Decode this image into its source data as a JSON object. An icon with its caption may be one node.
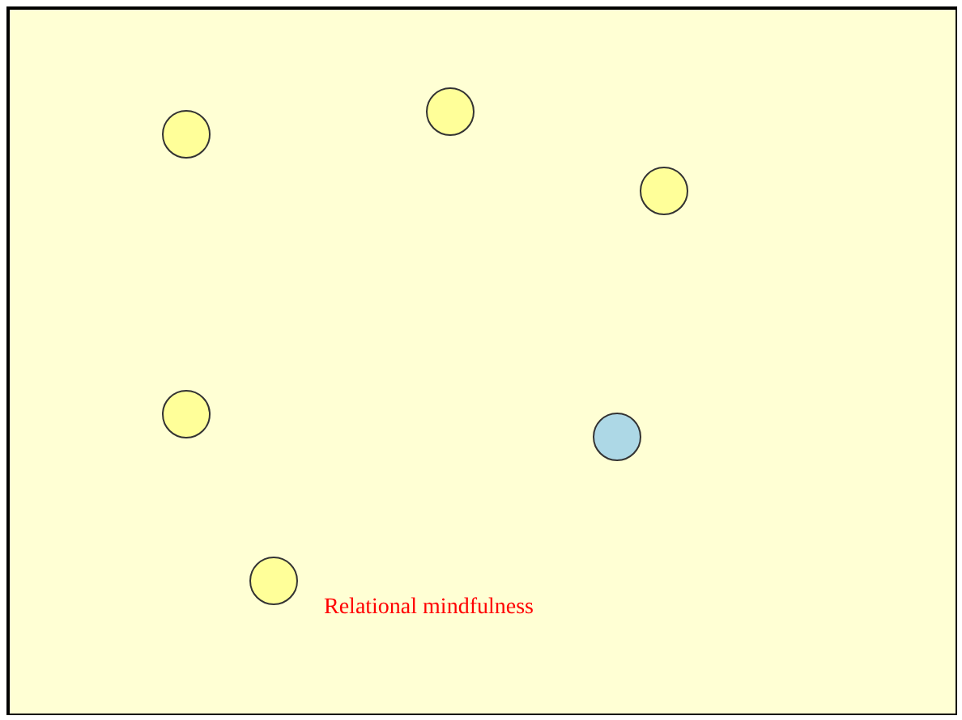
{
  "diagram": {
    "nodes": [
      {
        "text": [],
        "shape": "circle"
      },
      {
        "text": [],
        "shape": "circle"
      },
      {
        "text": [],
        "shape": "circle"
      },
      {
        "text": [],
        "shape": "circle"
      },
      {
        "text": [],
        "shape": "circle"
      },
      {
        "text": [],
        "shape": "circle"
      }
    ],
    "labels": [
      "Relational mindfulness"
    ]
  }
}
